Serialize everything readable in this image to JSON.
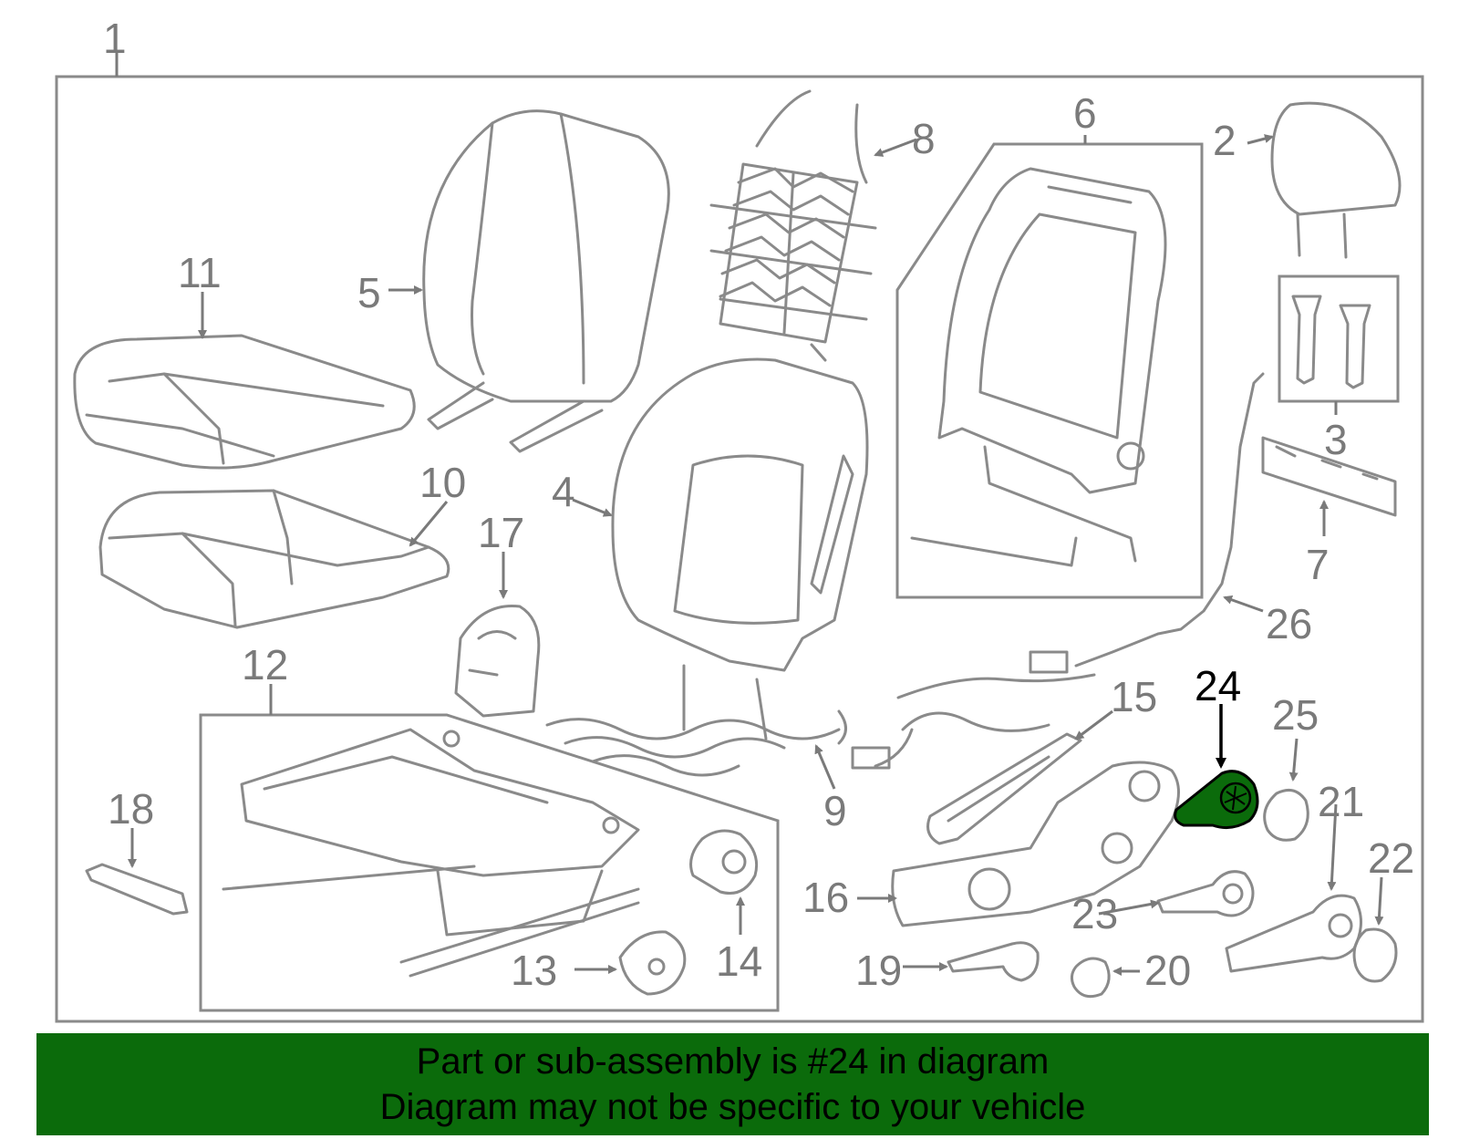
{
  "diagram": {
    "highlight": "24",
    "highlight_color": "#0b6b0b",
    "line_color": "#8a8a8a",
    "callouts": [
      "1",
      "2",
      "3",
      "4",
      "5",
      "6",
      "7",
      "8",
      "9",
      "10",
      "11",
      "12",
      "13",
      "14",
      "15",
      "16",
      "17",
      "18",
      "19",
      "20",
      "21",
      "22",
      "23",
      "24",
      "25",
      "26"
    ]
  },
  "banner": {
    "line1": "Part or sub-assembly is #24 in diagram",
    "line2": "Diagram may not be specific to your vehicle",
    "background": "#0b6b0b"
  }
}
